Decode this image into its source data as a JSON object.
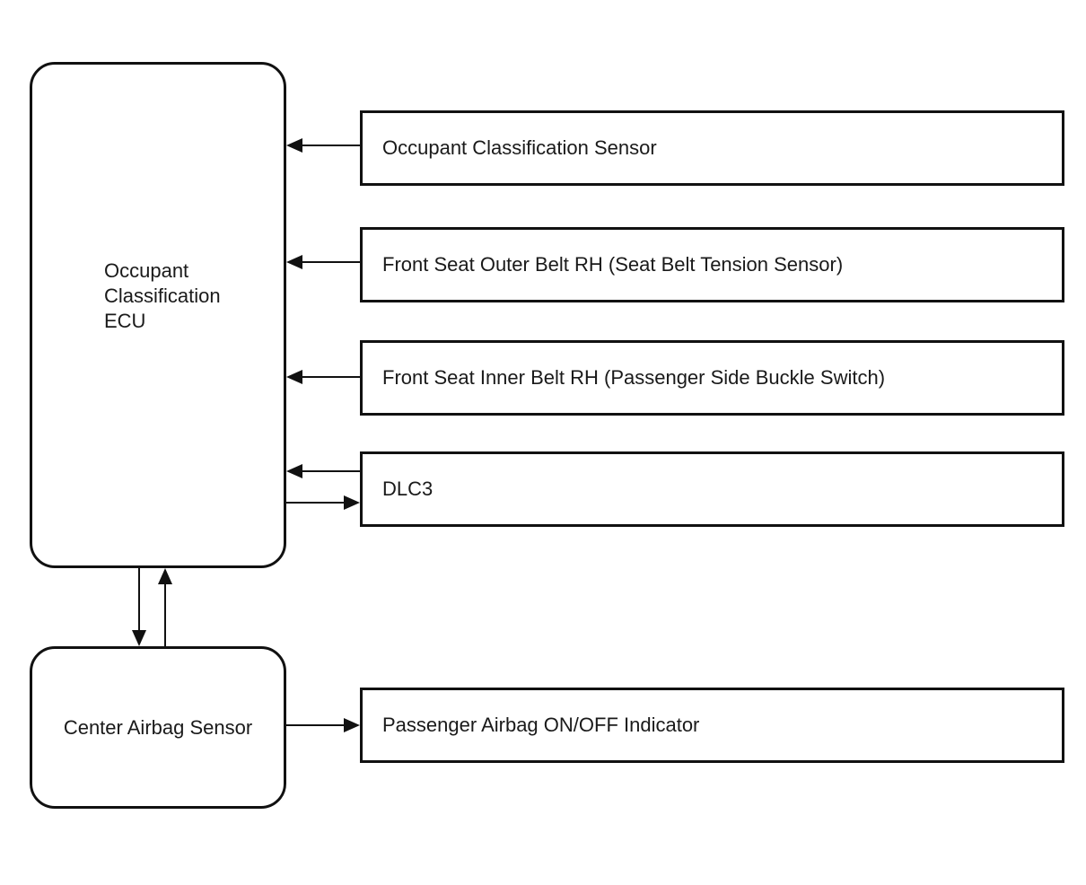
{
  "diagram": {
    "ecu_label": "Occupant Classification ECU",
    "center_airbag_label": "Center Airbag Sensor",
    "sensor_boxes": [
      "Occupant Classification Sensor",
      "Front Seat Outer Belt RH (Seat Belt Tension Sensor)",
      "Front Seat Inner Belt RH (Passenger Side Buckle Switch)",
      "DLC3"
    ],
    "indicator_label": "Passenger Airbag ON/OFF Indicator",
    "connections": [
      {
        "from": "Occupant Classification Sensor",
        "to": "Occupant Classification ECU",
        "direction": "one-way"
      },
      {
        "from": "Front Seat Outer Belt RH (Seat Belt Tension Sensor)",
        "to": "Occupant Classification ECU",
        "direction": "one-way"
      },
      {
        "from": "Front Seat Inner Belt RH (Passenger Side Buckle Switch)",
        "to": "Occupant Classification ECU",
        "direction": "one-way"
      },
      {
        "from": "DLC3",
        "to": "Occupant Classification ECU",
        "direction": "two-way"
      },
      {
        "from": "Occupant Classification ECU",
        "to": "Center Airbag Sensor",
        "direction": "two-way"
      },
      {
        "from": "Center Airbag Sensor",
        "to": "Passenger Airbag ON/OFF Indicator",
        "direction": "one-way"
      }
    ],
    "colors": {
      "stroke": "#111111",
      "background": "#ffffff",
      "text": "#1a1a1a"
    }
  }
}
